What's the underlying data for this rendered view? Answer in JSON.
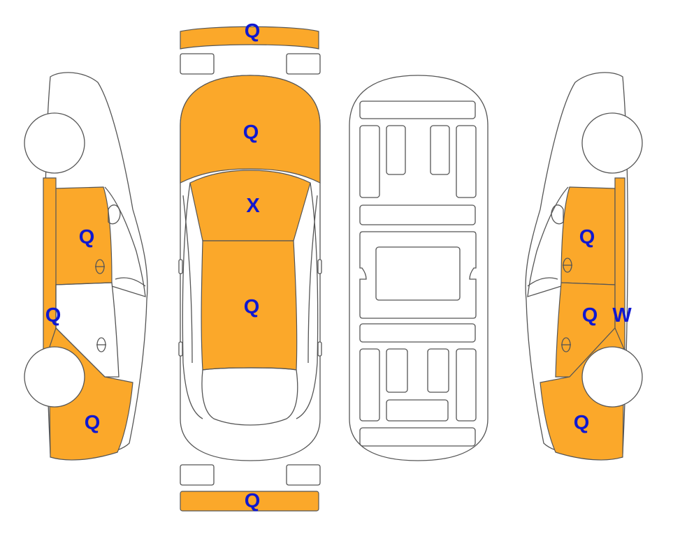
{
  "colors": {
    "damage_fill": "#FBA82A",
    "label_text": "#1018D0",
    "outline": "#555555",
    "background": "#FFFFFF"
  },
  "labels": {
    "front_bumper": "Q",
    "hood": "Q",
    "windshield": "X",
    "roof": "Q",
    "rear_bumper": "Q",
    "left_front_door": "Q",
    "left_rocker": "Q",
    "left_rear_quarter": "Q",
    "right_front_door": "Q",
    "right_rear_door": "Q",
    "right_rocker": "W",
    "right_rear_quarter": "Q"
  }
}
